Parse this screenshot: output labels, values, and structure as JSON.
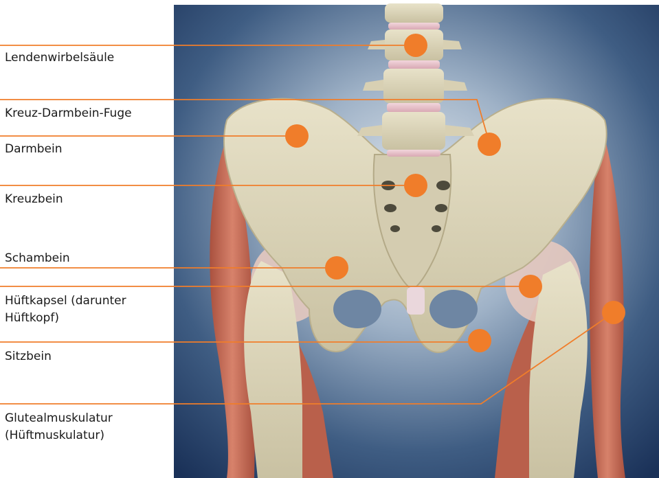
{
  "colors": {
    "accent": "#f07d2a",
    "background_top": "#d8e1ea",
    "background_bottom": "#1f3a63",
    "bone": "#dcd5b8",
    "muscle": "#c8705a",
    "label_text": "#1a1a1a"
  },
  "labels": [
    {
      "id": "lendenwirbelsaeule",
      "lines": [
        "Lendenwirbelsäule"
      ]
    },
    {
      "id": "kreuz-darmbein-fuge",
      "lines": [
        "Kreuz-Darmbein-Fuge"
      ]
    },
    {
      "id": "darmbein",
      "lines": [
        "Darmbein"
      ]
    },
    {
      "id": "kreuzbein",
      "lines": [
        "Kreuzbein"
      ]
    },
    {
      "id": "schambein",
      "lines": [
        "Schambein"
      ]
    },
    {
      "id": "hueftkapsel",
      "lines": [
        "Hüftkapsel (darunter",
        "Hüftkopf)"
      ]
    },
    {
      "id": "sitzbein",
      "lines": [
        "Sitzbein"
      ]
    },
    {
      "id": "glutealmuskulatur",
      "lines": [
        "Glutealmuskulatur",
        "(Hüftmuskulatur)"
      ]
    }
  ]
}
